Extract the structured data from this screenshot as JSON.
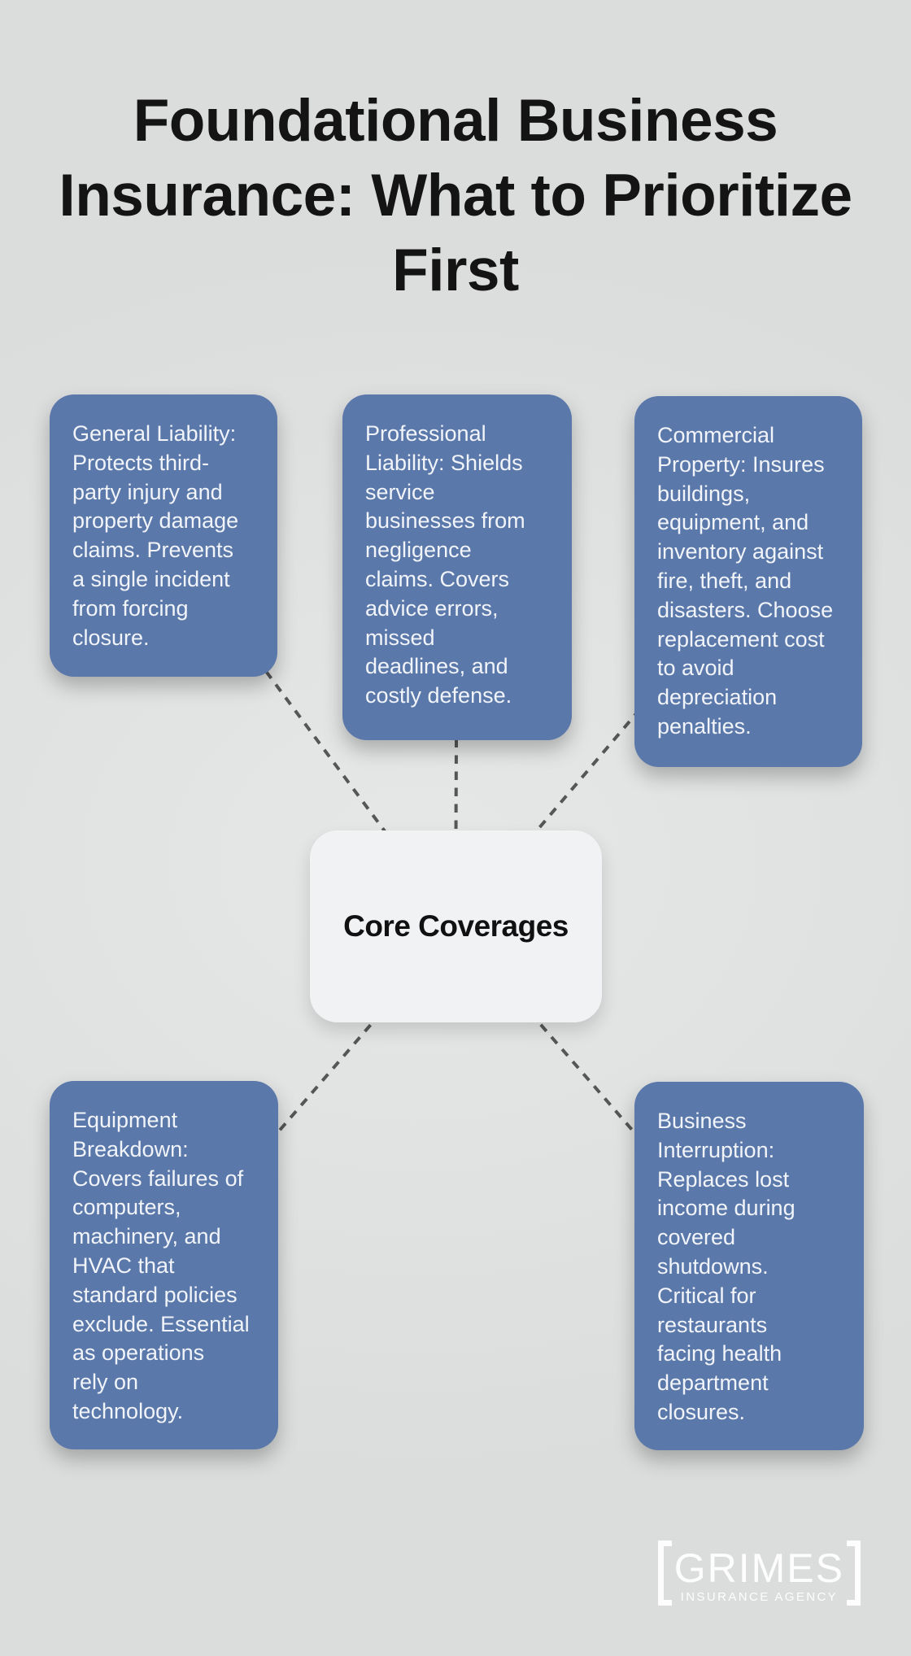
{
  "title": "Foundational Business\nInsurance: What to Prioritize\nFirst",
  "center_node": {
    "label": "Core Coverages"
  },
  "cards": [
    {
      "name": "general-liability",
      "text": "General Liability:\nProtects third-\nparty injury and\nproperty damage\nclaims. Prevents\na single incident\nfrom forcing\nclosure."
    },
    {
      "name": "professional-liability",
      "text": "Professional\nLiability: Shields\nservice\nbusinesses from\nnegligence\nclaims. Covers\nadvice errors,\nmissed\ndeadlines, and\ncostly defense."
    },
    {
      "name": "commercial-property",
      "text": "Commercial\nProperty: Insures\nbuildings,\nequipment, and\ninventory against\nfire, theft, and\ndisasters. Choose\nreplacement cost\nto avoid\ndepreciation\npenalties."
    },
    {
      "name": "equipment-breakdown",
      "text": "Equipment\nBreakdown:\nCovers failures of\ncomputers,\nmachinery, and\nHVAC that\nstandard policies\nexclude. Essential\nas operations\nrely on\ntechnology."
    },
    {
      "name": "business-interruption",
      "text": "Business\nInterruption:\nReplaces lost\nincome during\ncovered\nshutdowns.\nCritical for\nrestaurants\nfacing health\ndepartment\nclosures."
    }
  ],
  "logo": {
    "name": "GRIMES",
    "tagline": "INSURANCE AGENCY",
    "bracket_left_icon": "[",
    "bracket_right_icon": "]"
  },
  "colors": {
    "background": "#dfe1e1",
    "card_background": "#5b78aa",
    "card_text": "#f1f4f9",
    "center_node_background": "#f1f2f4",
    "center_node_text": "#111111",
    "connector_line": "#565656",
    "title_text": "#141414",
    "logo_text": "#ffffff"
  }
}
